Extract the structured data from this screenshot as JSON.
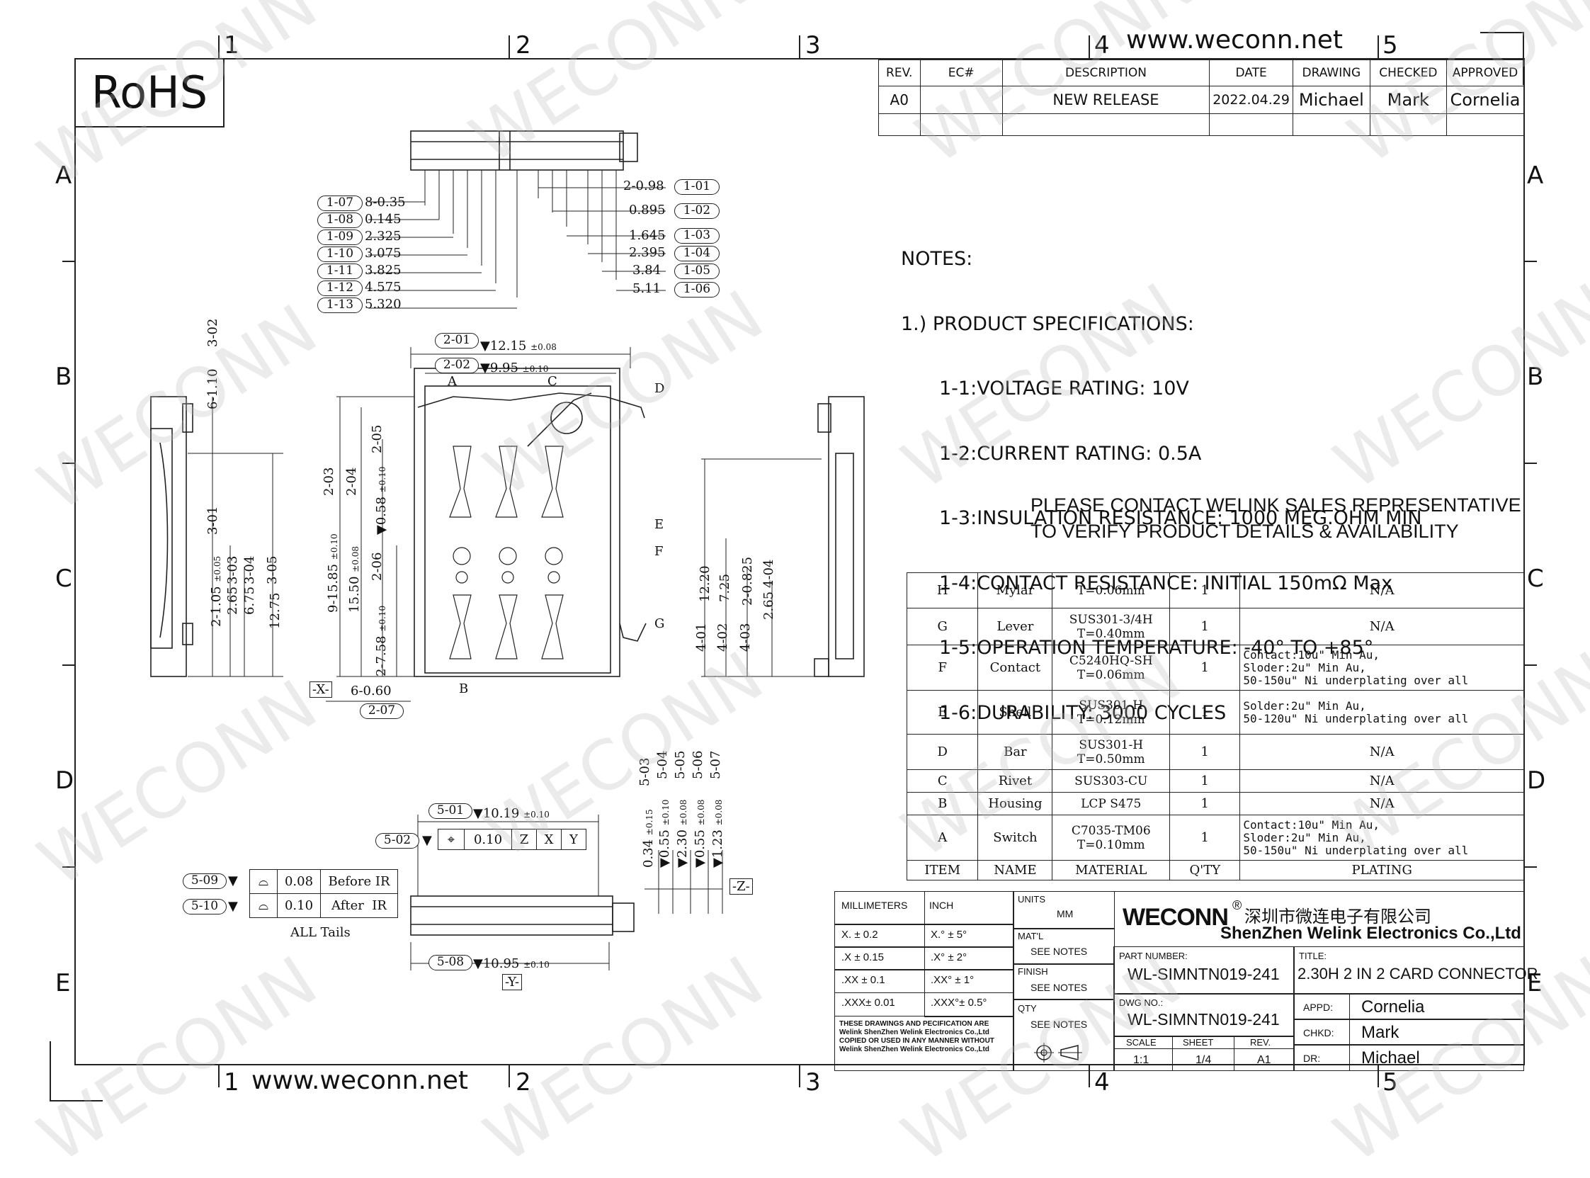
{
  "header": {
    "rohs": "RoHS",
    "url_top": "www.weconn.net",
    "url_bottom": "www.weconn.net"
  },
  "grid": {
    "columns": [
      "1",
      "2",
      "3",
      "4",
      "5"
    ],
    "rows": [
      "A",
      "B",
      "C",
      "D",
      "E"
    ]
  },
  "watermark": "WECONN",
  "revision_table": {
    "headers": [
      "REV.",
      "EC#",
      "DESCRIPTION",
      "DATE",
      "DRAWING",
      "CHECKED",
      "APPROVED"
    ],
    "row": [
      "A0",
      "",
      "NEW RELEASE",
      "2022.04.29",
      "Michael",
      "Mark",
      "Cornelia"
    ]
  },
  "notes": {
    "title": "NOTES:",
    "heading": "1.) PRODUCT SPECIFICATIONS:",
    "items": [
      "1-1:VOLTAGE RATING: 10V",
      "1-2:CURRENT RATING: 0.5A",
      "1-3:INSULATION RESISTANCE: 1000 MEG.OHM MIN",
      "1-4:CONTACT RESISTANCE: INITIAL 150mΩ Max",
      "1-5:OPERATION TEMPERATURE: -40° TO +85°",
      "1-6:DURABILITY: 3000 CYCLES"
    ]
  },
  "contact_notice": {
    "line1": "PLEASE CONTACT WELINK SALES REPRESENTATIVE",
    "line2": "TO VERIFY PRODUCT DETAILS & AVAILABILITY"
  },
  "bom": {
    "headers": [
      "ITEM",
      "NAME",
      "MATERIAL",
      "Q'TY",
      "PLATING"
    ],
    "rows": [
      [
        "H",
        "Mylar",
        "T=0.06mm",
        "1",
        "N/A"
      ],
      [
        "G",
        "Lever",
        "SUS301-3/4H\nT=0.40mm",
        "1",
        "N/A"
      ],
      [
        "F",
        "Contact",
        "C5240HQ-SH\nT=0.06mm",
        "1",
        "Contact:10u\" Min Au,\nSloder:2u\" Min Au,\n50-150u\" Ni underplating over all"
      ],
      [
        "E",
        "Shell",
        "SUS301-H\nT=0.12mm",
        "1",
        "Solder:2u\" Min Au,\n50-120u\" Ni underplating over all"
      ],
      [
        "D",
        "Bar",
        "SUS301-H\nT=0.50mm",
        "1",
        "N/A"
      ],
      [
        "C",
        "Rivet",
        "SUS303-CU",
        "1",
        "N/A"
      ],
      [
        "B",
        "Housing",
        "LCP S475",
        "1",
        "N/A"
      ],
      [
        "A",
        "Switch",
        "C7035-TM06\nT=0.10mm",
        "1",
        "Contact:10u\" Min Au,\nSloder:2u\" Min Au,\n50-150u\" Ni underplating over all"
      ]
    ]
  },
  "title_block": {
    "tolerance": {
      "mm_header": "MILLIMETERS",
      "inch_header": "INCH",
      "mm": [
        "X.  ± 0.2",
        ".X  ± 0.15",
        ".XX  ± 0.1",
        ".XXX± 0.01"
      ],
      "inch": [
        "X.°  ± 5°",
        ".X°  ± 2°",
        ".XX°  ± 1°",
        ".XXX°± 0.5°"
      ],
      "disclaimer": "THESE DRAWINGS AND PECIFICATION  ARE Welink ShenZhen Welink Electronics Co.,Ltd COPIED OR USED IN ANY MANNER WITHOUT Welink ShenZhen Welink Electronics Co.,Ltd"
    },
    "units_label": "UNITS",
    "units_value": "MM",
    "matl_label": "MAT'L",
    "matl_value": "SEE NOTES",
    "finish_label": "FINISH",
    "finish_value": "SEE NOTES",
    "qty_label": "QTY",
    "qty_value": "SEE NOTES",
    "company_logo": "WECONN",
    "company_cn": "深圳市微连电子有限公司",
    "company_en": "ShenZhen Welink Electronics Co.,Ltd",
    "part_number_label": "PART NUMBER:",
    "part_number": "WL-SIMNTN019-241",
    "title_label": "TITLE:",
    "title": "2.30H 2 IN 2 CARD CONNECTOR",
    "dwg_label": "DWG NO.:",
    "dwg_no": "WL-SIMNTN019-241",
    "scale_label": "SCALE",
    "scale": "1:1",
    "sheet_label": "SHEET",
    "sheet": "1/4",
    "rev_label": "REV.",
    "rev": "A1",
    "appd_label": "APPD:",
    "appd": "Cornelia",
    "chkd_label": "CHKD:",
    "chkd": "Mark",
    "dr_label": "DR:",
    "dr": "Michael"
  },
  "dimensions": {
    "top_left": [
      {
        "tag": "1-07",
        "value": "8-0.35"
      },
      {
        "tag": "1-08",
        "value": "0.145"
      },
      {
        "tag": "1-09",
        "value": "2.325"
      },
      {
        "tag": "1-10",
        "value": "3.075"
      },
      {
        "tag": "1-11",
        "value": "3.825"
      },
      {
        "tag": "1-12",
        "value": "4.575"
      },
      {
        "tag": "1-13",
        "value": "5.320"
      }
    ],
    "top_right": [
      {
        "tag": "1-01",
        "value": "2-0.98"
      },
      {
        "tag": "1-02",
        "value": "0.895"
      },
      {
        "tag": "1-03",
        "value": "1.645"
      },
      {
        "tag": "1-04",
        "value": "2.395"
      },
      {
        "tag": "1-05",
        "value": "3.84"
      },
      {
        "tag": "1-06",
        "value": "5.11"
      }
    ],
    "main_top": [
      {
        "tag": "2-01",
        "value": "12.15",
        "tol": "±0.08"
      },
      {
        "tag": "2-02",
        "value": "9.95",
        "tol": "±0.10"
      }
    ],
    "main_bottom": [
      {
        "tag": "2-07",
        "value": "6-0.60"
      }
    ],
    "datum_x": "-X-",
    "datum_y": "-Y-",
    "datum_z": "-Z-",
    "callouts": [
      "A",
      "B",
      "C",
      "D",
      "E",
      "F",
      "G"
    ],
    "main_left_vertical": [
      {
        "tag": "2-03",
        "value": "9-15.85",
        "tol": "±0.10"
      },
      {
        "tag": "2-04",
        "value": "15.50",
        "tol": "±0.08"
      },
      {
        "tag": "2-05",
        "value": "0.58",
        "tol": "±0.10"
      },
      {
        "tag": "2-06",
        "value": "2-7.58",
        "tol": "±0.10"
      }
    ],
    "left_view": [
      {
        "tag": "3-02",
        "value": "6-1.10"
      },
      {
        "tag": "3-01",
        "value": ""
      },
      {
        "tag": "3-03",
        "value": "2-1.05",
        "tol": "±0.05"
      },
      {
        "tag": "3-04",
        "value": "2.65"
      },
      {
        "tag": "3-05",
        "value": "6.75"
      },
      {
        "tag": "",
        "value": "12.75"
      }
    ],
    "right_view": [
      {
        "tag": "4-01",
        "value": "12.20"
      },
      {
        "tag": "4-02",
        "value": "7.25"
      },
      {
        "tag": "4-03",
        "value": "2-0.825"
      },
      {
        "tag": "4-04",
        "value": "2.65"
      }
    ],
    "bottom_view": [
      {
        "tag": "5-01",
        "value": "10.19",
        "tol": "±0.10"
      },
      {
        "tag": "5-08",
        "value": "10.95",
        "tol": "±0.10"
      },
      {
        "tag": "5-03",
        "value": "0.34",
        "tol": "±0.15"
      },
      {
        "tag": "5-04",
        "value": "0.55",
        "tol": "±0.10"
      },
      {
        "tag": "5-05",
        "value": "2.30",
        "tol": "±0.08"
      },
      {
        "tag": "5-06",
        "value": "0.55",
        "tol": "±0.08"
      },
      {
        "tag": "5-07",
        "value": "1.23",
        "tol": "±0.08"
      }
    ],
    "gdt": {
      "tag": "5-02",
      "value": "0.10",
      "datums": [
        "Z",
        "X",
        "Y"
      ]
    },
    "flatness": [
      {
        "tag": "5-09",
        "value": "0.08",
        "note": "Before IR"
      },
      {
        "tag": "5-10",
        "value": "0.10",
        "note": "After  IR"
      }
    ],
    "tails_note": "ALL Tails"
  },
  "colors": {
    "line": "#222222",
    "watermark": "#bbbbbb"
  }
}
